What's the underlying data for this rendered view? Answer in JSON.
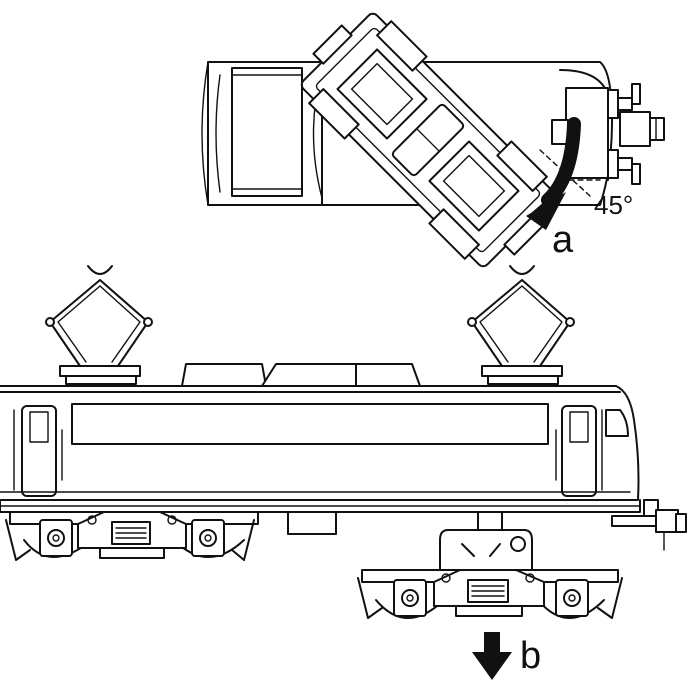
{
  "labels": {
    "angle": "45°",
    "step_a": "a",
    "step_b": "b"
  },
  "colors": {
    "line": "#111111",
    "background": "#ffffff"
  }
}
